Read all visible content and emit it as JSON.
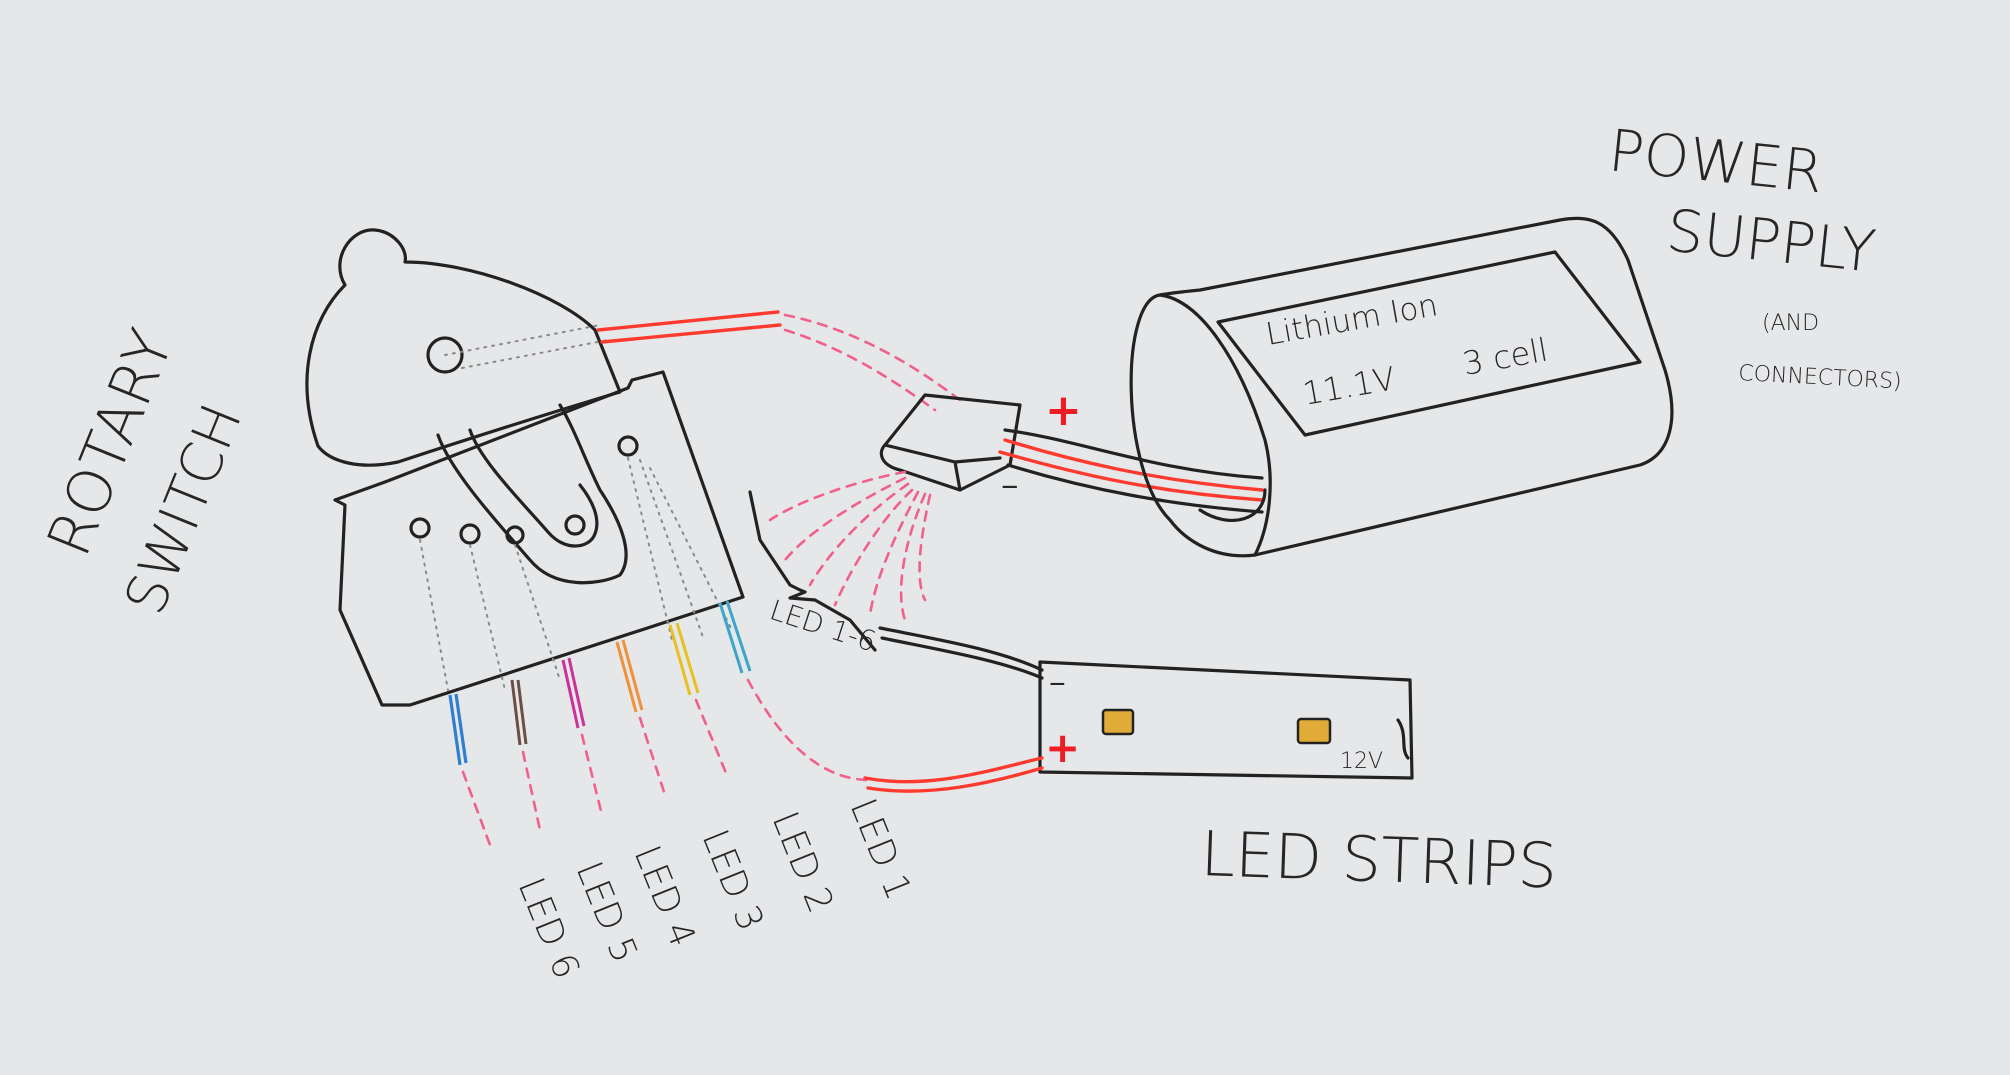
{
  "labels": {
    "rotary_switch_line1": "ROTARY",
    "rotary_switch_line2": "SWITCH",
    "power_supply_line1": "POWER",
    "power_supply_line2": "SUPPLY",
    "power_supply_note_line1": "(AND",
    "power_supply_note_line2": "CONNECTORS)",
    "battery_type": "Lithium Ion",
    "battery_voltage": "11.1V",
    "battery_cells": "3 cell",
    "led_strips": "LED STRIPS",
    "strip_voltage": "12V",
    "led_bundle": "LED 1-6",
    "plus": "+",
    "minus": "-"
  },
  "led_outputs": [
    {
      "label": "LED 1",
      "wire_color": ""
    },
    {
      "label": "LED 2",
      "wire_color": "#3aa6c9"
    },
    {
      "label": "LED 3",
      "wire_color": "#e8c020"
    },
    {
      "label": "LED 4",
      "wire_color": "#f0903a"
    },
    {
      "label": "LED 5",
      "wire_color": "#c9339b"
    },
    {
      "label": "LED 6",
      "wire_color": "#6a4e46"
    }
  ],
  "colors": {
    "paper": "#e6e7e9",
    "ink": "#222222",
    "red_wire": "#ff3b2f",
    "pink_dashed": "#f0608f",
    "led_chip": "#e0ac37",
    "blue_wire": "#2f7fd0"
  }
}
